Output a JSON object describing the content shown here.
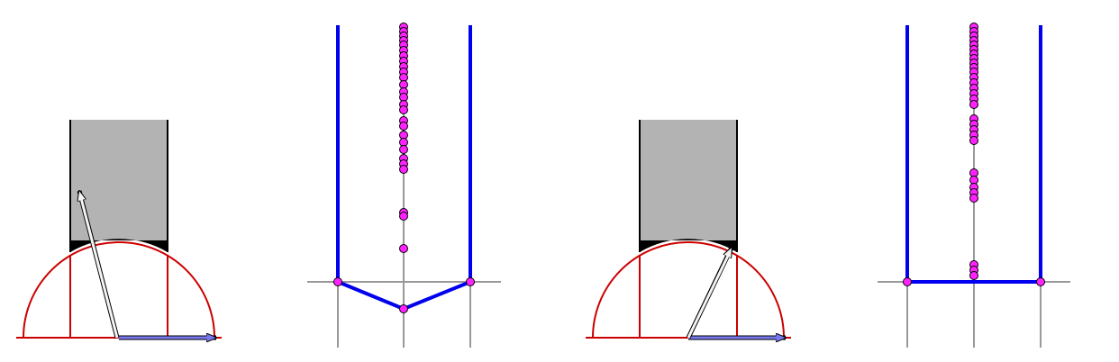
{
  "colors": {
    "background": "#ffffff",
    "gray_fill": "#b3b3b3",
    "black": "#000000",
    "red": "#cc0000",
    "blue": "#0000ee",
    "axis_gray": "#999999",
    "point_magenta": "#ff22ff",
    "vector_blue": "#7777ee",
    "vector_white": "#f4f4f4"
  },
  "panels": [
    {
      "id": "panel-1",
      "kind": "geometry",
      "vector": "up-left"
    },
    {
      "id": "panel-2",
      "kind": "polygon-plot",
      "bottom": "v-shape"
    },
    {
      "id": "panel-3",
      "kind": "geometry",
      "vector": "up-right"
    },
    {
      "id": "panel-4",
      "kind": "polygon-plot",
      "bottom": "flat"
    }
  ]
}
